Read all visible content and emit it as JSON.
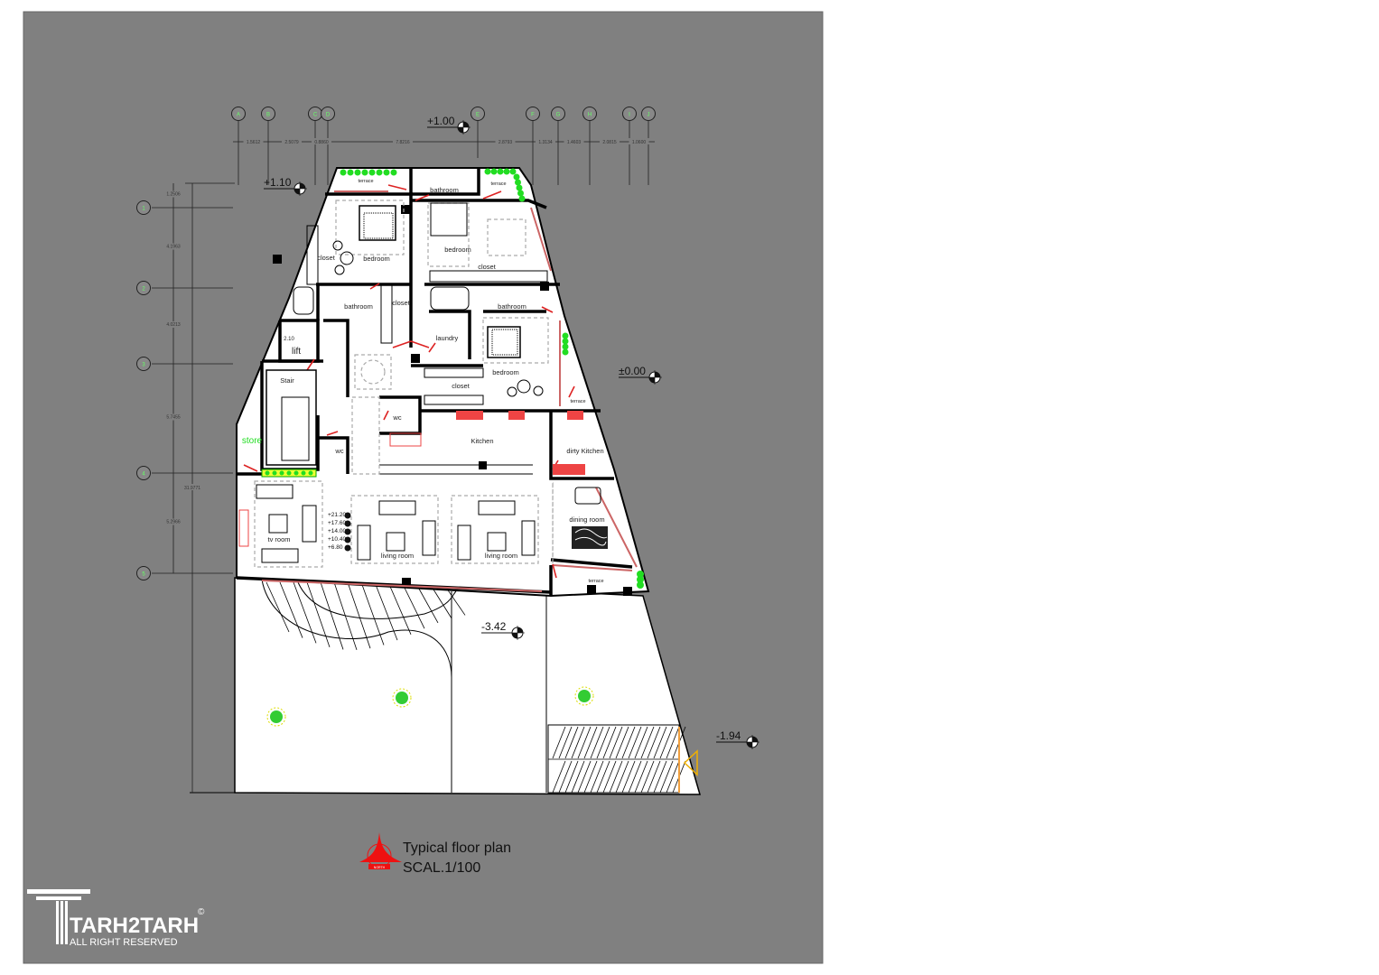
{
  "drawing": {
    "title": "Typical floor plan",
    "scale": "SCAL.1/100",
    "north_label": "NORTH",
    "colors": {
      "sheet": "#808080",
      "plan": "#ffffff",
      "wall": "#000000",
      "door": "#dd2222",
      "plant": "#22dd22",
      "north": "#ee1111"
    }
  },
  "grid": {
    "columns": [
      "A",
      "B",
      "C",
      "D",
      "E",
      "F",
      "G",
      "H",
      "I",
      "J"
    ],
    "rows": [
      "1",
      "2",
      "3",
      "4",
      "5"
    ],
    "column_dims": [
      "1.5612",
      "2.5079",
      "0.8860",
      "7.8216",
      "2.8793",
      "1.3134",
      "1.4603",
      "2.0815",
      "1.0600"
    ],
    "row_dims": [
      "1.2506",
      "4.1963",
      "4.0213",
      "5.7455",
      "5.2966"
    ],
    "total_dim": "31.9771"
  },
  "levels": {
    "top": "+1.00",
    "terrace": "+1.10",
    "floor": "±0.00",
    "yard": "-3.42",
    "ramp": "-1.94",
    "stair_levels": [
      "+21.20",
      "+17.60",
      "+14.00",
      "+10.40",
      "+6.80"
    ]
  },
  "rooms": [
    "terrace",
    "bathroom",
    "terrace",
    "bedroom",
    "closet",
    "closet",
    "bedroom",
    "bathroom",
    "closet",
    "bathroom",
    "laundry",
    "2.10",
    "lift",
    "bedroom",
    "closet",
    "Stair",
    "terrace",
    "wc",
    "Kitchen",
    "dirty Kitchen",
    "store",
    "wc",
    "tv room",
    "living room",
    "living room",
    "dining room",
    "terrace"
  ],
  "logo": {
    "brand": "TARH2TARH",
    "tagline": "ALL RIGHT RESERVED",
    "copyright": "©"
  }
}
